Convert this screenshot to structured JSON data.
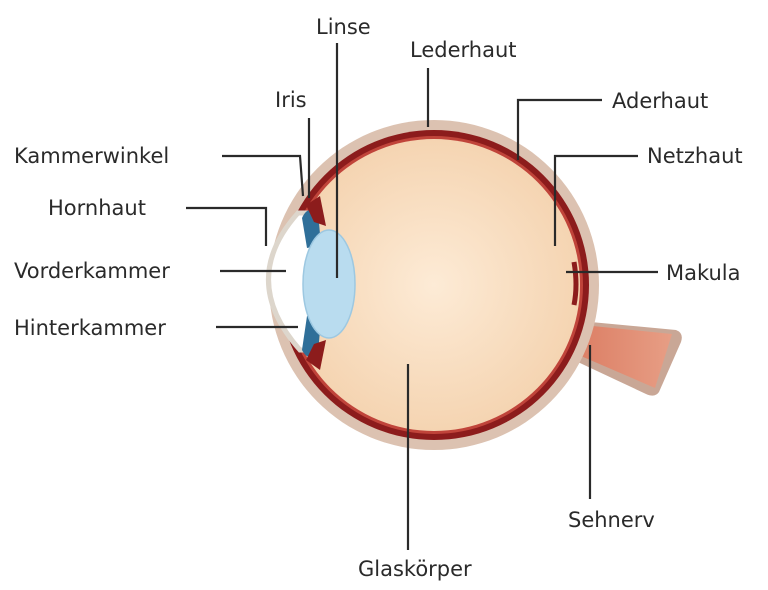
{
  "labels": {
    "linse": "Linse",
    "lederhaut": "Lederhaut",
    "iris": "Iris",
    "aderhaut": "Aderhaut",
    "kammerwinkel": "Kammerwinkel",
    "netzhaut": "Netzhaut",
    "hornhaut": "Hornhaut",
    "vorderkammer": "Vorderkammer",
    "makula": "Makula",
    "hinterkammer": "Hinterkammer",
    "sehnerv": "Sehnerv",
    "glaskoerper": "Glaskörper"
  },
  "colors": {
    "sclera_outer": "#d9bfae",
    "choroid": "#8c1c1c",
    "vitreous": "#f8dcbc",
    "vitreous_center": "#fbe8cf",
    "lens": "#b9dcef",
    "iris": "#2f6f99",
    "optic_nerve": "#e08d74",
    "cornea": "#e8e3dc",
    "leader_line": "#2a2a2a"
  }
}
